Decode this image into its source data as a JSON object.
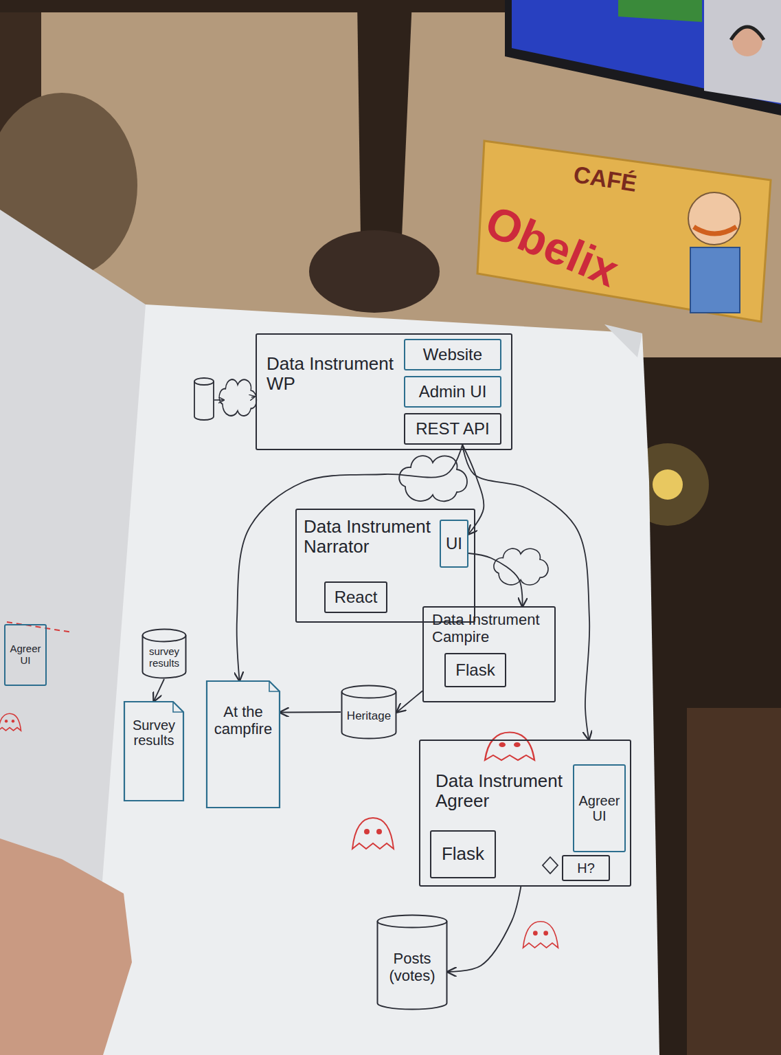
{
  "diagram": {
    "nodes": [
      {
        "text": [
          "Data Instrument WP"
        ]
      },
      {
        "text": [
          "Website"
        ],
        "in": 0
      },
      {
        "text": [
          "Admin UI"
        ],
        "in": 0
      },
      {
        "text": [
          "REST API"
        ],
        "in": 0
      },
      {
        "text": [
          "Data Instrument Narrator"
        ]
      },
      {
        "text": [
          "UI"
        ],
        "in": 4
      },
      {
        "text": [
          "React"
        ],
        "in": 4
      },
      {
        "text": [
          "Data Instrument Campire"
        ]
      },
      {
        "text": [
          "Flask"
        ],
        "in": 7
      },
      {
        "text": [
          "Agreer UI"
        ]
      },
      {
        "text": [
          "survey results"
        ]
      },
      {
        "text": [
          "Survey results"
        ]
      },
      {
        "text": [
          "At the campfire"
        ]
      },
      {
        "text": [
          "Heritage"
        ]
      },
      {
        "text": [
          "Data Instrument Agreer"
        ]
      },
      {
        "text": [
          "Flask"
        ],
        "in": 14
      },
      {
        "text": [
          "Agreer UI"
        ],
        "in": 14
      },
      {
        "text": [
          "H?"
        ],
        "in": 14
      },
      {
        "text": [
          "Posts (votes)"
        ]
      }
    ],
    "edges": [
      {
        "from": 3,
        "to": 5,
        "arrow": "to"
      },
      {
        "from": 3,
        "to": 12,
        "arrow": "to"
      },
      {
        "from": 3,
        "to": 14,
        "arrow": "to"
      },
      {
        "from": 5,
        "to": 7,
        "arrow": "to"
      },
      {
        "from": 7,
        "to": 13,
        "arrow": "to"
      },
      {
        "from": 13,
        "to": 12,
        "arrow": "to"
      },
      {
        "from": 10,
        "to": 11,
        "arrow": "to"
      },
      {
        "from": 14,
        "to": 18,
        "arrow": "to"
      }
    ],
    "labels": [
      "CAFÉ",
      "Obelix"
    ]
  }
}
